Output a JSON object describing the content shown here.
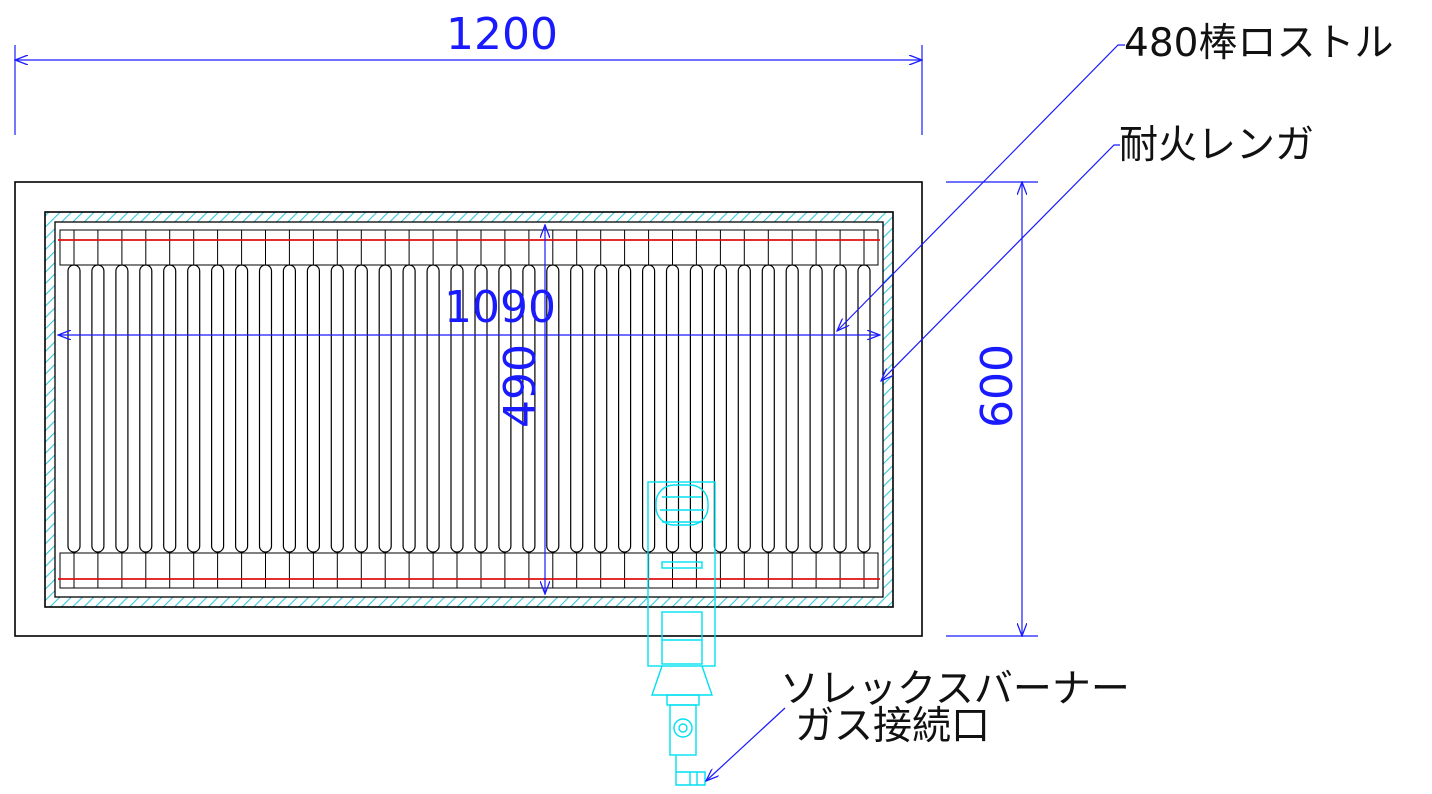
{
  "dimensions": {
    "overall_width": "1200",
    "grate_width": "1090",
    "grate_depth": "490",
    "overall_depth": "600"
  },
  "labels": {
    "grate": "480棒ロストル",
    "firebrick": "耐火レンガ",
    "burner": "ソレックスバーナー",
    "gas_inlet": "ガス接続口"
  },
  "grate_bar_count": 34,
  "colors": {
    "outline": "#000000",
    "dimension": "#1a1aff",
    "brick_hatch": "#33c8d8",
    "burner": "#00e0f0",
    "red_line": "#e01010"
  }
}
